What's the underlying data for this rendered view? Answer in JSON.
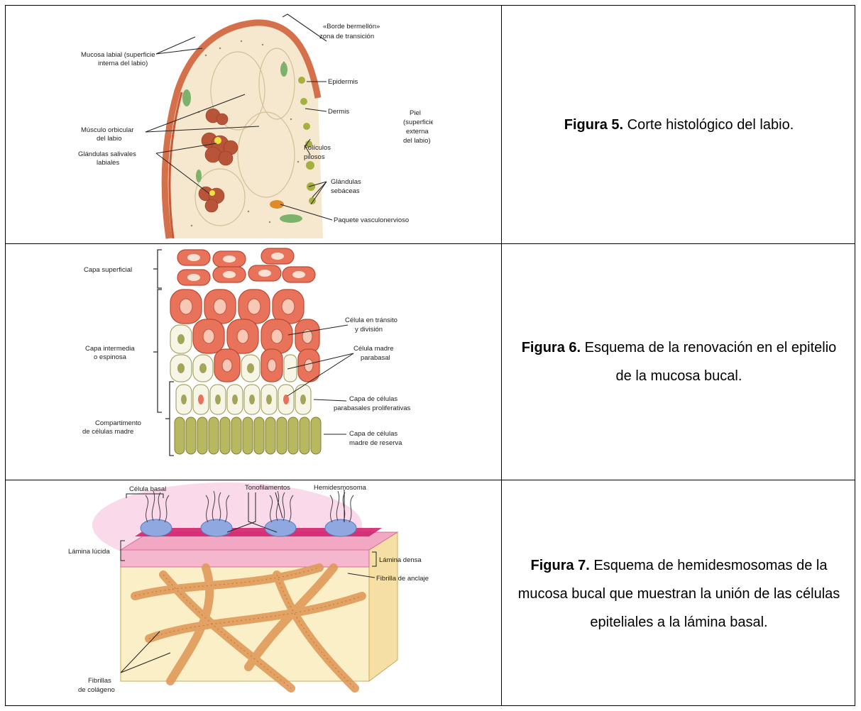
{
  "rows": [
    {
      "caption_bold": "Figura 5.",
      "caption_text": " Corte histológico del labio.",
      "labels": {
        "borde1": "«Borde bermellón»",
        "borde2": "zona de transición",
        "mucosa1": "Mucosa labial (superficie",
        "mucosa2": "interna del labio)",
        "epidermis": "Epidermis",
        "dermis": "Dermis",
        "piel1": "Piel",
        "piel2": "(superficie",
        "piel3": "externa",
        "piel4": "del labio)",
        "musculo1": "Músculo orbicular",
        "musculo2": "del labio",
        "glandulas1": "Glándulas salivales",
        "glandulas2": "labiales",
        "foliculos1": "Folículos",
        "foliculos2": "pilosos",
        "sebaceas1": "Glándulas",
        "sebaceas2": "sebáceas",
        "paquete": "Paquete vasculonervioso"
      }
    },
    {
      "caption_bold": "Figura 6.",
      "caption_text": " Esquema de la renovación en el epitelio de la mucosa bucal.",
      "labels": {
        "superficial": "Capa superficial",
        "intermedia1": "Capa intermedia",
        "intermedia2": "o espinosa",
        "compartimento1": "Compartimento",
        "compartimento2": "de células madre",
        "transito1": "Célula en tránsito",
        "transito2": "y división",
        "madre1": "Célula madre",
        "madre2": "parabasal",
        "parabasales1": "Capa de células",
        "parabasales2": "parabasales proliferativas",
        "reserva1": "Capa de células",
        "reserva2": "madre de reserva"
      }
    },
    {
      "caption_bold": "Figura 7.",
      "caption_text": " Esquema de hemidesmosomas de la mucosa bucal que muestran la unión de las células epiteliales a la lámina basal.",
      "labels": {
        "tonofilamentos": "Tonofilamentos",
        "hemidesmosoma": "Hemidesmosoma",
        "basal": "Célula basal",
        "lucida": "Lámina lúcida",
        "densa": "Lámina densa",
        "anclaje": "Fibrilla de anclaje",
        "colageno1": "Fibrillas",
        "colageno2": "de colágeno"
      }
    }
  ]
}
